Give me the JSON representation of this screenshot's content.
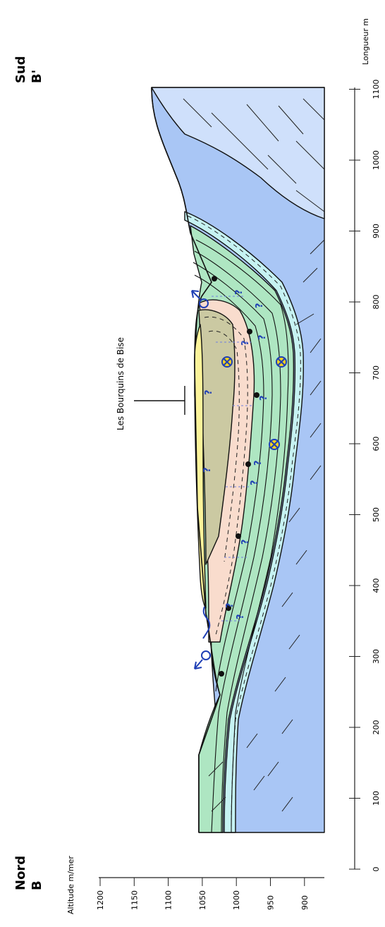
{
  "section": {
    "left_label": {
      "direction": "Nord",
      "point": "B"
    },
    "right_label": {
      "direction": "Sud",
      "point": "B'"
    },
    "place_name": "Les Bourquins de Bise"
  },
  "axes": {
    "altitude": {
      "label": "Altitude m/mer",
      "ticks": [
        "1200",
        "1150",
        "1100",
        "1050",
        "1000",
        "950",
        "900"
      ]
    },
    "length": {
      "label": "Longueur m",
      "ticks": [
        "0",
        "100",
        "200",
        "300",
        "400",
        "500",
        "600",
        "700",
        "800",
        "900",
        "1000",
        "1100"
      ]
    },
    "symbols": {
      "question": "?"
    }
  },
  "colors": {
    "deep_limestone": "#a9c6f5",
    "upper_limestone": "#cfe0fb",
    "marl_band": "#c6f2f2",
    "green_layers": "#aee6c2",
    "pink_layer": "#f9dccd",
    "olive_layer": "#cbc9a2",
    "yellow_cover": "#fbf39a",
    "symbol_blue": "#1f3fb5",
    "symbol_yellow": "#f2d21f"
  }
}
